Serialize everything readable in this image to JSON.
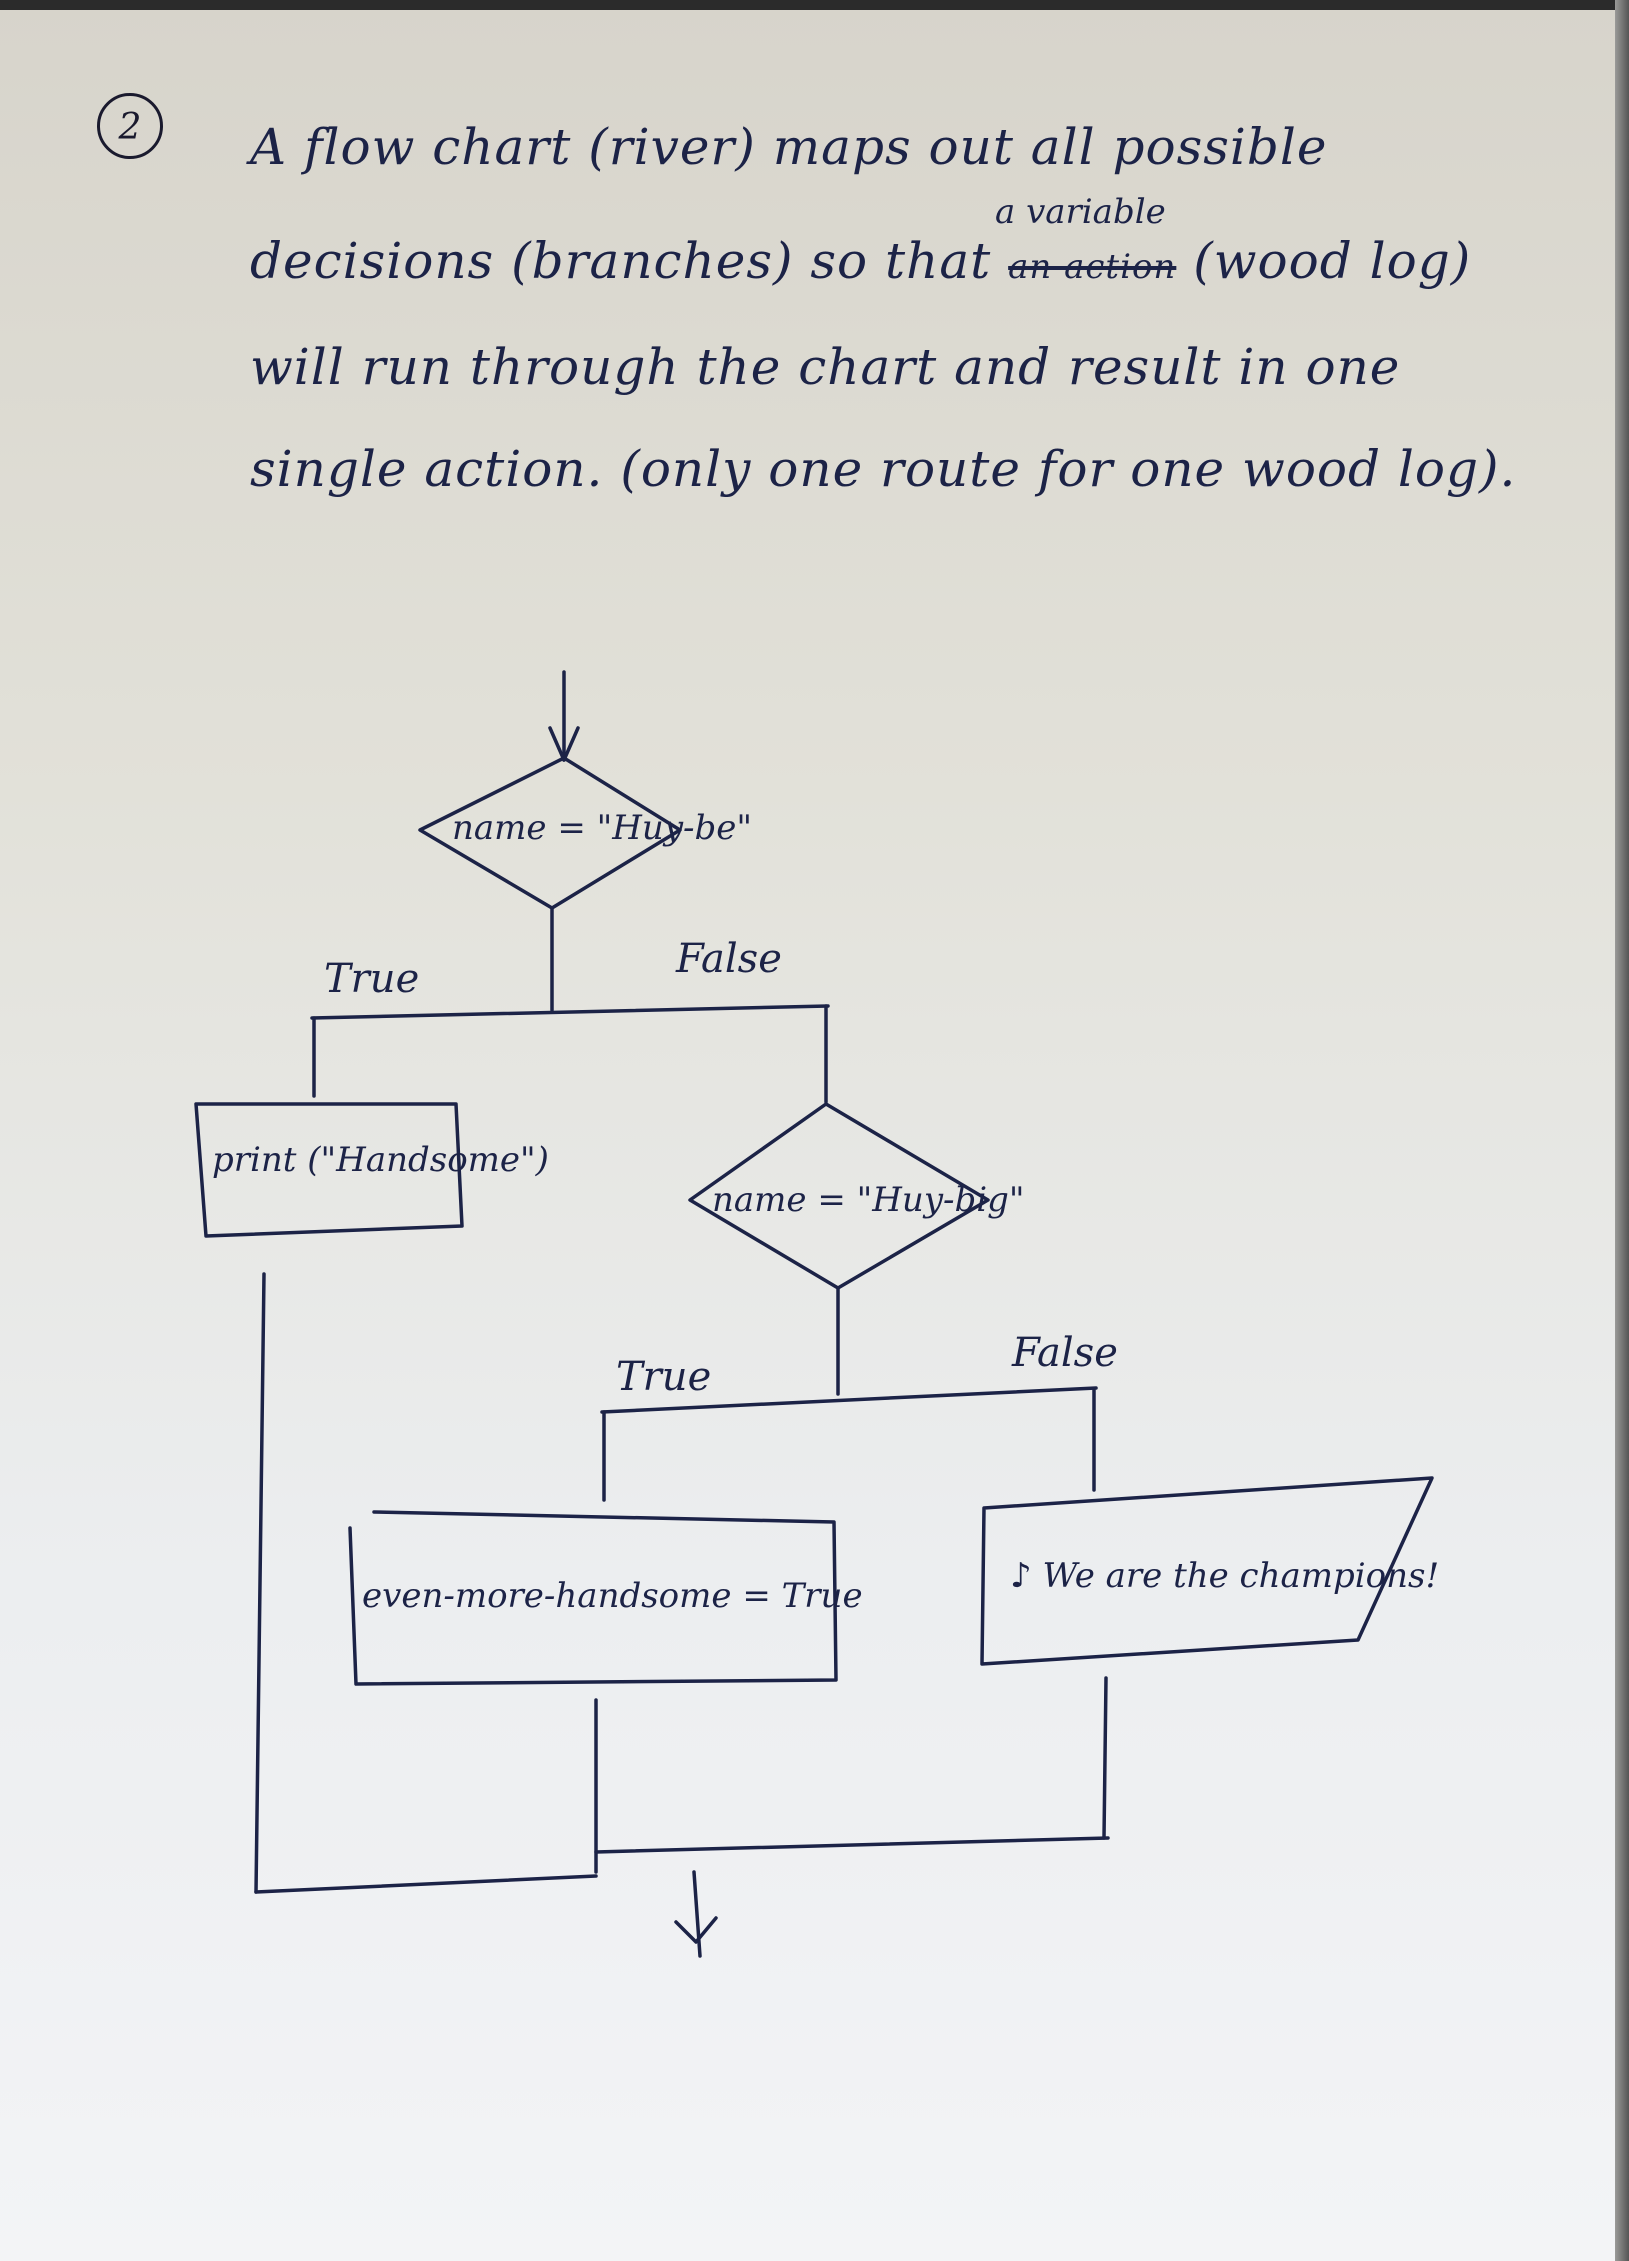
{
  "question_number": "2",
  "paragraph": {
    "line1": "A flow chart (river) maps out all possible",
    "insert_above": "a variable",
    "line2_start": "decisions (branches) so that",
    "crossed_out": "an action",
    "line2_end": "(wood log)",
    "line3": "will run through the chart and result in one",
    "line4": "single action. (only one route for one wood log)."
  },
  "flowchart": {
    "decision1": "name = \"Huy-be\"",
    "decision1_true": "True",
    "decision1_false": "False",
    "action1": "print (\"Handsome\")",
    "decision2": "name = \"Huy-big\"",
    "decision2_true": "True",
    "decision2_false": "False",
    "action2": "even-more-handsome = True",
    "action3": "We are the champions!",
    "music_note": "♪"
  },
  "colors": {
    "ink": "#1c2347",
    "paper": "#eceef0"
  }
}
